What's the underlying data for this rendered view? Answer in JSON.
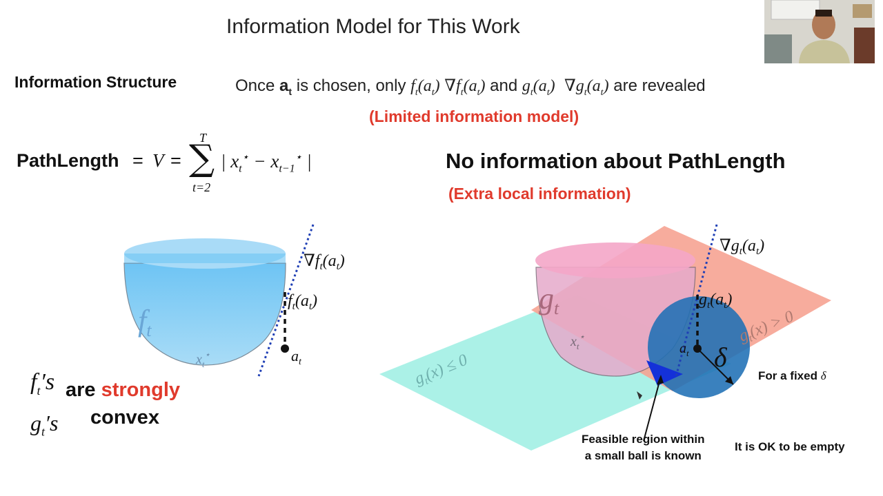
{
  "slide": {
    "title": "Information Model for This Work",
    "info_structure": {
      "label": "Information Structure",
      "sentence": {
        "p1": "Once ",
        "a_sym": "a",
        "a_sub": "t",
        "p2": " is chosen, only ",
        "ft": "f",
        "ft_arg": "(a",
        "ft_arg_end": ")",
        "grad": "∇",
        "and": " and ",
        "gt": "g",
        "tail": " are revealed"
      },
      "note": "(Limited information model)"
    },
    "pathlength": {
      "label": "PathLength",
      "eq1": "=",
      "V": "V",
      "eq2": "=",
      "sigma": "∑",
      "upper": "T",
      "lower": "t=2",
      "bar_open": "|",
      "x": "x",
      "x_sub_t": "t",
      "star": "⋆",
      "minus": "−",
      "x_sub_t1": "t−1",
      "bar_close": "|"
    },
    "no_info": {
      "heading": "No information about PathLength",
      "note": "(Extra local information)"
    },
    "left_figure": {
      "ft_label": "f",
      "ft_sub": "t",
      "xstar": "x",
      "xstar_sub": "t",
      "xstar_sup": "⋆",
      "grad_label": "∇f",
      "grad_arg": "(a",
      "ft_point": "f",
      "ft_point_arg": "(a",
      "at": "a",
      "at_sub": "t",
      "t": "t",
      "close": ")"
    },
    "convex": {
      "fts": "f",
      "fts_rest": "′s",
      "gts": "g",
      "gts_rest": "′s",
      "are": "are ",
      "strongly": "strongly",
      "convex": "convex",
      "t": "t"
    },
    "right_figure": {
      "gt_label": "g",
      "gt_sub": "t",
      "leq_label": "g",
      "leq_rest": "(x) ≤ 0",
      "gt0_label": "g",
      "gt0_rest": "(x) > 0",
      "grad_g": "∇g",
      "grad_g_arg": "(a",
      "g_point": "g",
      "g_point_arg": "(a",
      "delta": "δ",
      "xstar": "x",
      "t": "t",
      "star": "⋆",
      "at": "a",
      "close": ")"
    },
    "annotations": {
      "fixed_delta": "For a fixed ",
      "fixed_delta_sym": "δ",
      "feasible_line1": "Feasible region within",
      "feasible_line2": "a small ball is known",
      "ok_empty": "It is OK to be empty"
    },
    "colors": {
      "red_accent": "#e03a2c",
      "blue_bowl": "#6ec4f4",
      "pink_bowl": "#f4a6c8",
      "cyan_plane": "#a6f0e6",
      "salmon_plane": "#f6a392",
      "ball_blue": "#1f6fb5"
    },
    "webcam": {
      "visible": true
    }
  }
}
